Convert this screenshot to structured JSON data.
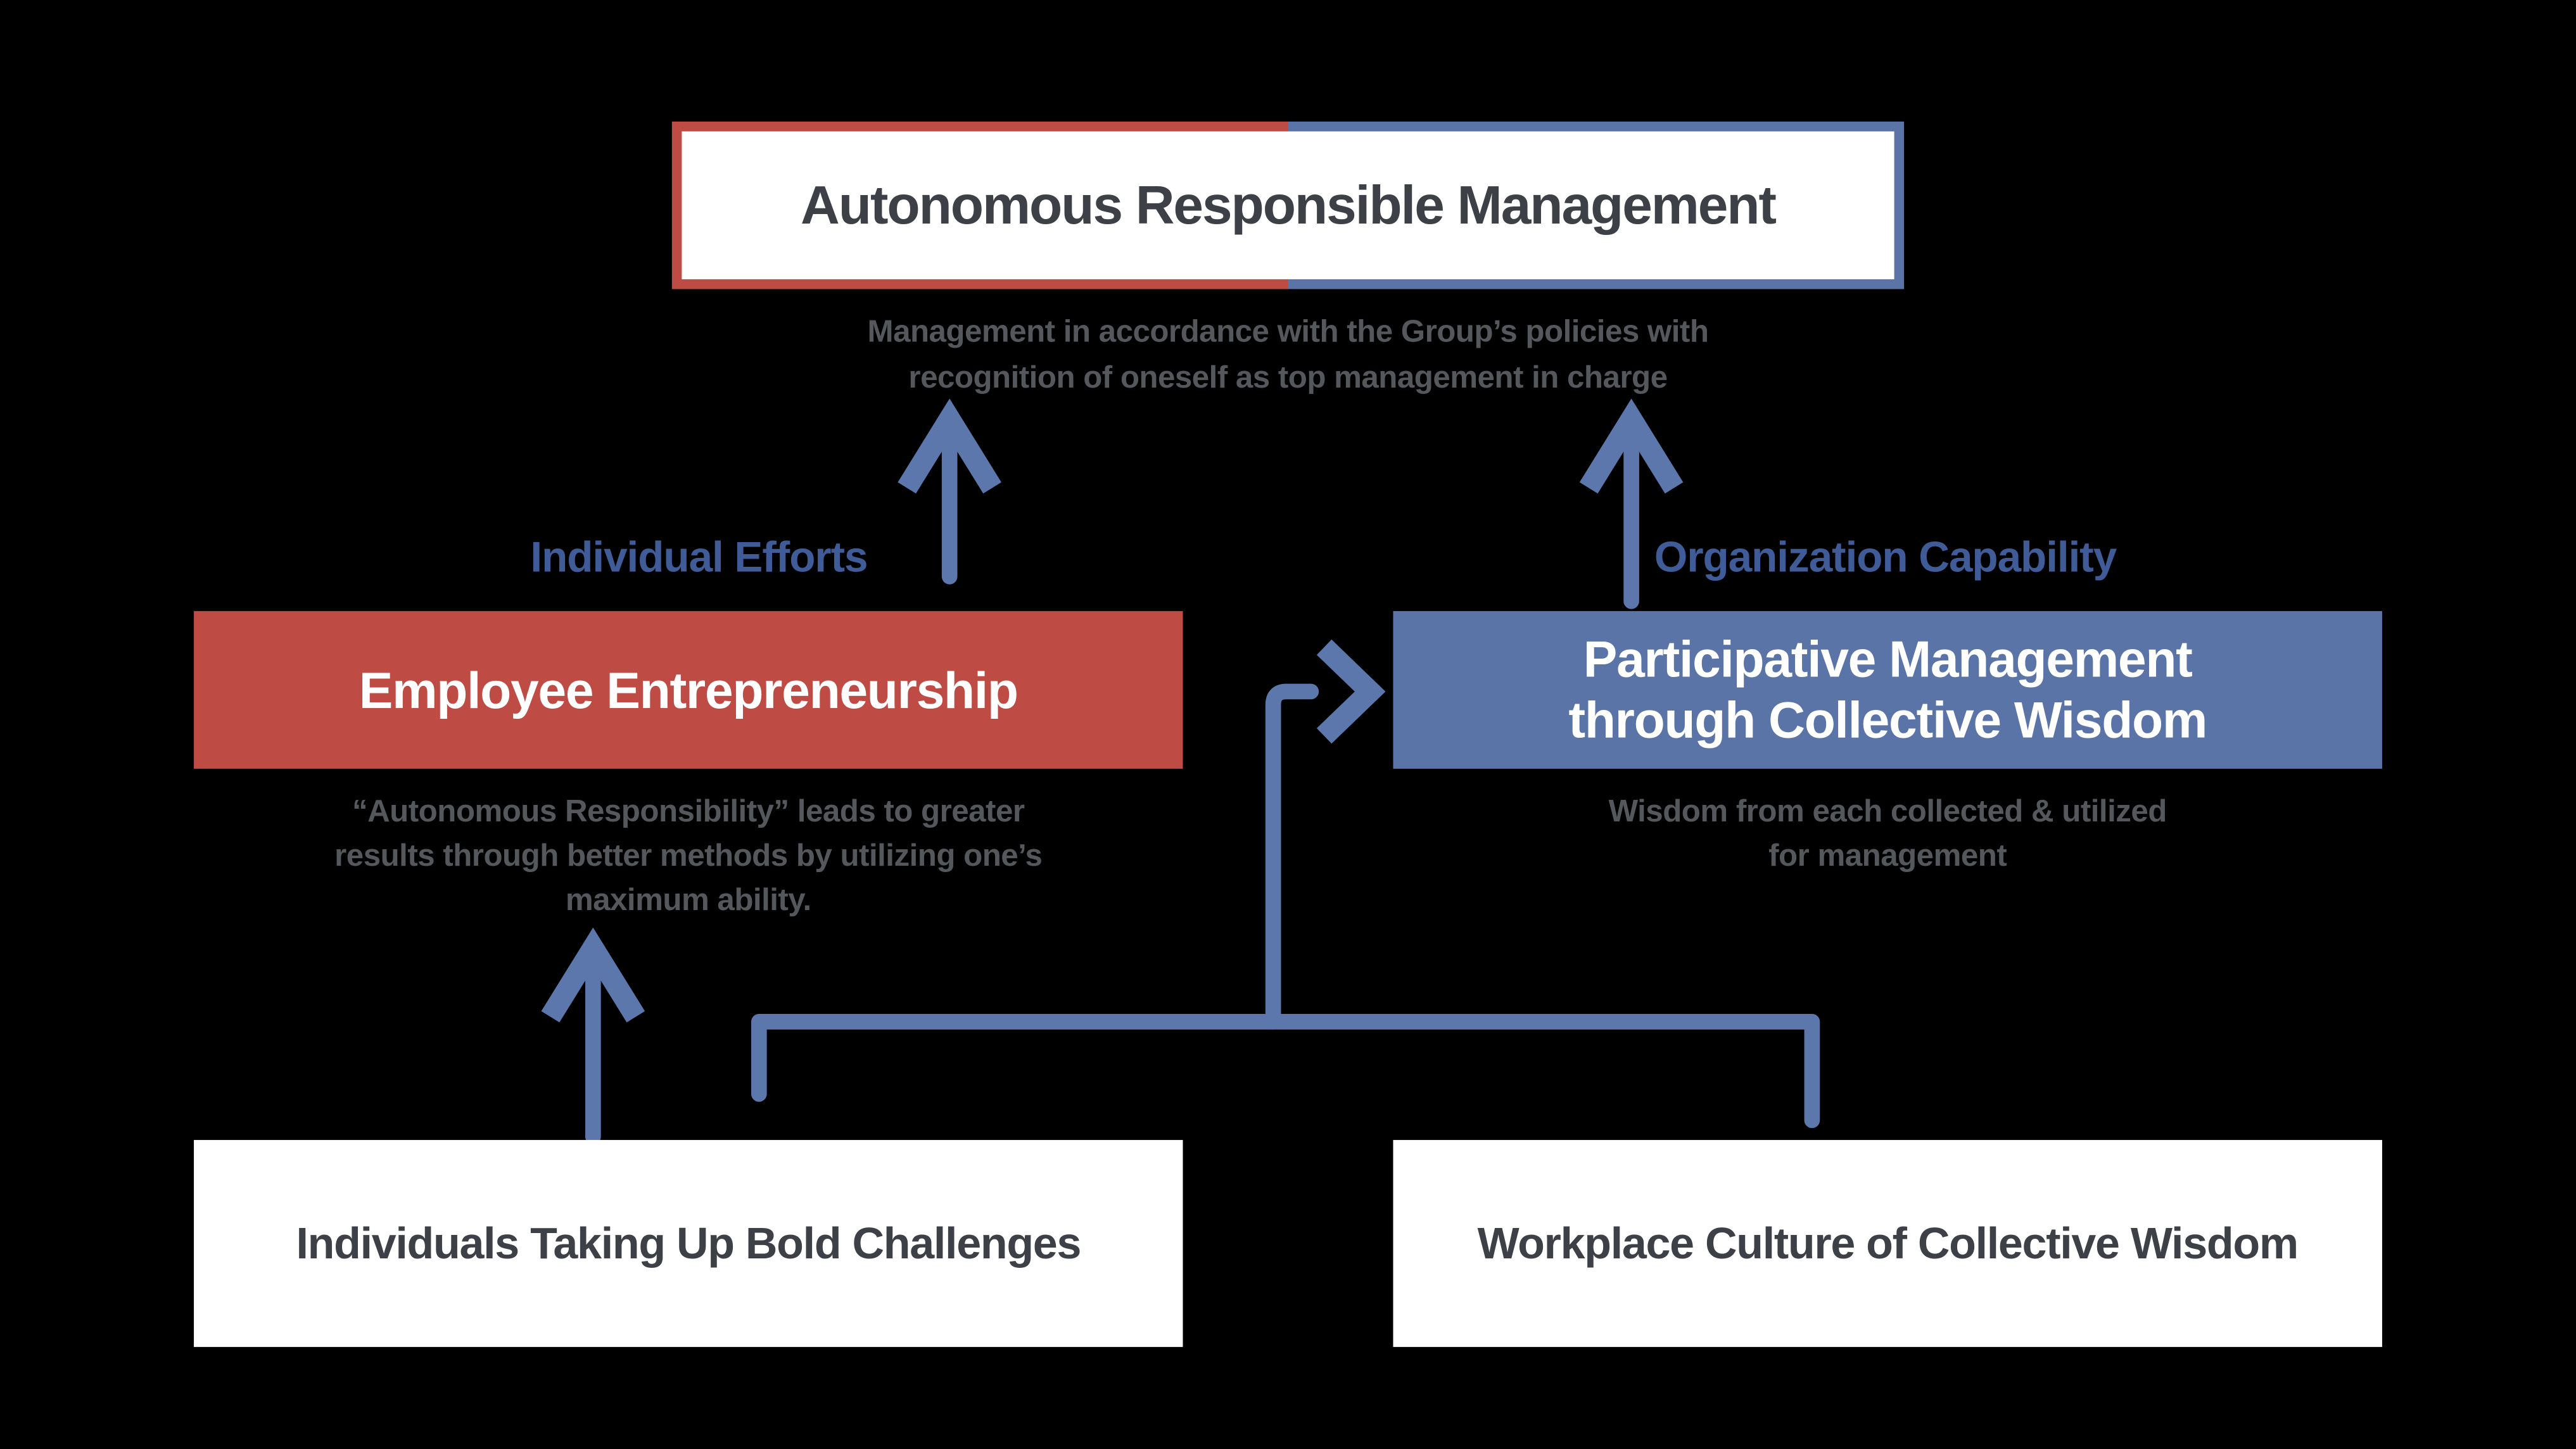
{
  "colors": {
    "background": "#000000",
    "red": "#bf4b45",
    "blue": "#5b74a8",
    "connector-blue": "#5b77ac",
    "label-blue": "#3f5c99",
    "dark-text": "#3d4046",
    "muted-text": "#54575c",
    "white": "#ffffff"
  },
  "top": {
    "title": "Autonomous Responsible Management",
    "caption_line1": "Management in accordance with the Group’s policies with",
    "caption_line2": "recognition of oneself as top management in charge"
  },
  "individual": {
    "label": "Individual Efforts",
    "box_title": "Employee Entrepreneurship",
    "caption_line1": "“Autonomous Responsibility” leads to greater",
    "caption_line2": "results through better methods by utilizing one’s",
    "caption_line3": "maximum ability.",
    "bottom_box_title": "Individuals Taking Up Bold Challenges"
  },
  "organization": {
    "label": "Organization Capability",
    "box_title_line1": "Participative Management",
    "box_title_line2": "through Collective Wisdom",
    "caption_line1": "Wisdom from each collected & utilized",
    "caption_line2": "for management",
    "bottom_box_title": "Workplace Culture of Collective Wisdom"
  }
}
